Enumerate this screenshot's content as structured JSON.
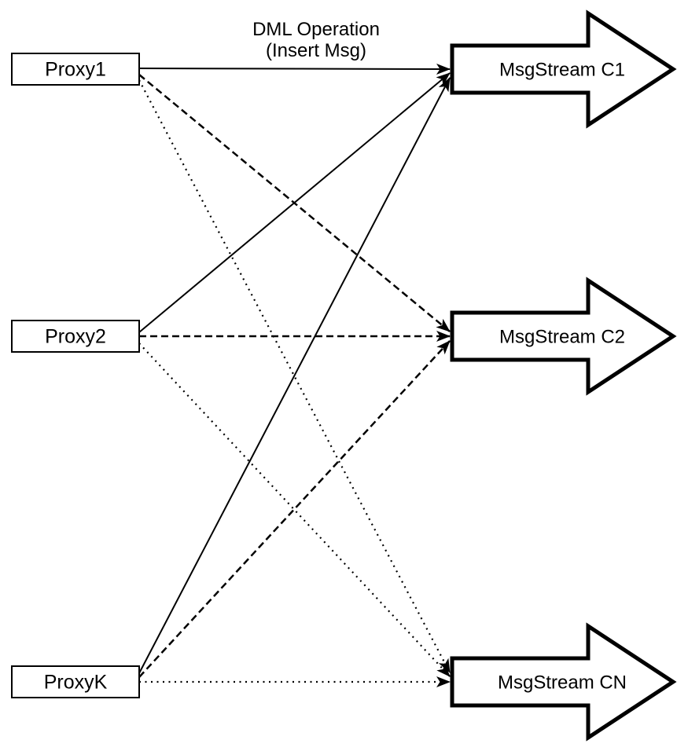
{
  "diagram": {
    "title": {
      "line1": "DML Operation",
      "line2": "(Insert Msg)"
    },
    "proxies": [
      {
        "label": "Proxy1"
      },
      {
        "label": "Proxy2"
      },
      {
        "label": "ProxyK"
      }
    ],
    "streams": [
      {
        "label": "MsgStream C1",
        "incoming_line_style": "solid"
      },
      {
        "label": "MsgStream C2",
        "incoming_line_style": "dashed"
      },
      {
        "label": "MsgStream CN",
        "incoming_line_style": "dotted"
      }
    ],
    "edges": [
      {
        "from": "Proxy1",
        "to": "MsgStream C1",
        "style": "solid"
      },
      {
        "from": "Proxy2",
        "to": "MsgStream C1",
        "style": "solid"
      },
      {
        "from": "ProxyK",
        "to": "MsgStream C1",
        "style": "solid"
      },
      {
        "from": "Proxy1",
        "to": "MsgStream C2",
        "style": "dashed"
      },
      {
        "from": "Proxy2",
        "to": "MsgStream C2",
        "style": "dashed"
      },
      {
        "from": "ProxyK",
        "to": "MsgStream C2",
        "style": "dashed"
      },
      {
        "from": "Proxy1",
        "to": "MsgStream CN",
        "style": "dotted"
      },
      {
        "from": "Proxy2",
        "to": "MsgStream CN",
        "style": "dotted"
      },
      {
        "from": "ProxyK",
        "to": "MsgStream CN",
        "style": "dotted"
      }
    ],
    "colors": {
      "stroke": "#000000",
      "fill": "#ffffff",
      "background": "#ffffff"
    }
  }
}
